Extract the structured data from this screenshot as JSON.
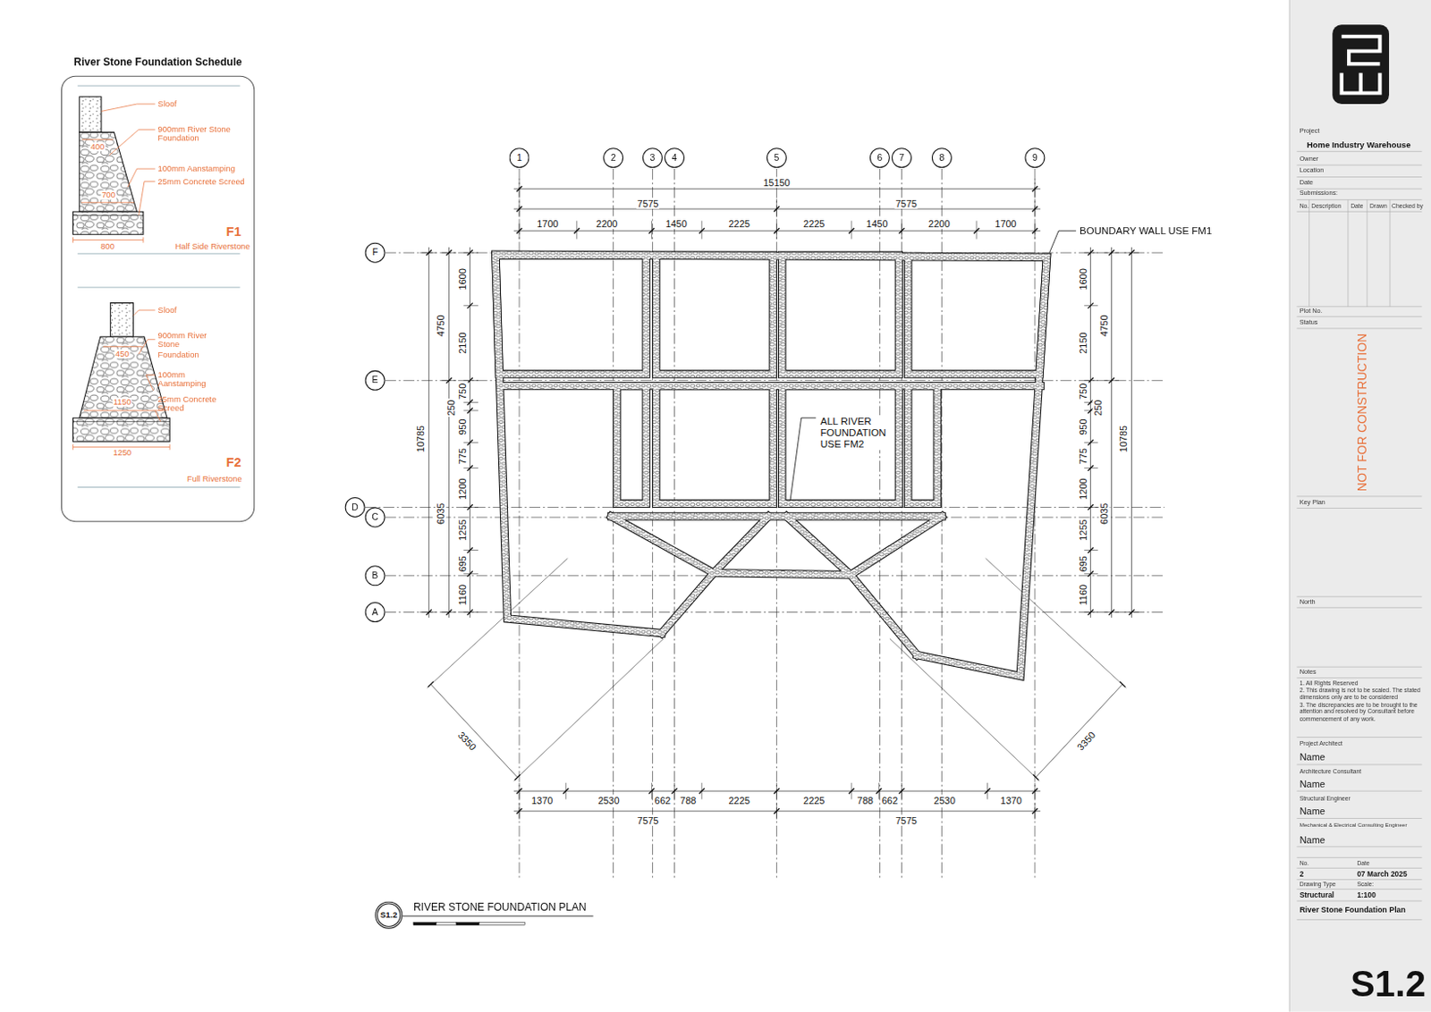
{
  "diagram": {
    "nodes": [
      {
        "text": [
          "River Stone Foundation Schedule"
        ]
      },
      {
        "text": [
          "1"
        ]
      },
      {
        "text": [
          "2"
        ]
      },
      {
        "text": [
          "3"
        ]
      },
      {
        "text": [
          "4"
        ]
      },
      {
        "text": [
          "5"
        ]
      },
      {
        "text": [
          "6"
        ]
      },
      {
        "text": [
          "7"
        ]
      },
      {
        "text": [
          "8"
        ]
      },
      {
        "text": [
          "9"
        ]
      },
      {
        "text": [
          "F"
        ]
      },
      {
        "text": [
          "E"
        ]
      },
      {
        "text": [
          "D"
        ]
      },
      {
        "text": [
          "C"
        ]
      },
      {
        "text": [
          "B"
        ]
      },
      {
        "text": [
          "A"
        ]
      },
      {
        "text": [
          "S1.2"
        ]
      }
    ],
    "labels": [
      "15150",
      "7575",
      "7575",
      "1700",
      "2200",
      "1450",
      "2225",
      "2225",
      "1450",
      "2200",
      "1700",
      "BOUNDARY WALL USE FM1",
      "10785",
      "4750",
      "6035",
      "1600",
      "2150",
      "750",
      "250",
      "950",
      "775",
      "1200",
      "1255",
      "695",
      "1160",
      "1600",
      "2150",
      "4750",
      "750",
      "250",
      "950",
      "775",
      "1200",
      "10785",
      "6035",
      "1255",
      "695",
      "1160",
      "ALL RIVER FOUNDATION USE FM2",
      "3350",
      "3350",
      "1370",
      "2530",
      "662",
      "788",
      "2225",
      "2225",
      "788",
      "662",
      "2530",
      "1370",
      "7575",
      "7575",
      "RIVER STONE FOUNDATION PLAN",
      "Sloof",
      "900mm River Stone Foundation",
      "400",
      "100mm Aanstamping",
      "25mm Concrete Screed",
      "700",
      "800",
      "F1",
      "Half Side Riverstone",
      "Sloof",
      "900mm River Stone Foundation",
      "450",
      "100mm Aanstamping",
      "1150",
      "25mm Concrete Screed",
      "1250",
      "F2",
      "Full Riverstone",
      "Project",
      "Home Industry Warehouse",
      "Owner",
      "Location",
      "Date",
      "Submissions:",
      "No.",
      "Description",
      "Date",
      "Drawn",
      "Checked by",
      "Plot No.",
      "Status",
      "NOT FOR CONSTRUCTION",
      "Key Plan",
      "North",
      "Notes",
      "1. All Rights Reserved",
      "2. This drawing is not to be scaled. The stated dimensions only are to be considered",
      "3. The discrepancies are to be brought to the attention and resolved by Consultant before commencement of any work.",
      "Project Architect",
      "Name",
      "Architecture Consultant",
      "Name",
      "Structural Engineer",
      "Name",
      "Mechanical & Electrical Consulting Engineer",
      "Name",
      "No.",
      "Date",
      "2",
      "07 March 2025",
      "Drawing Type",
      "Scale:",
      "Structural",
      "1:100",
      "River Stone Foundation Plan",
      "S1.2"
    ]
  }
}
